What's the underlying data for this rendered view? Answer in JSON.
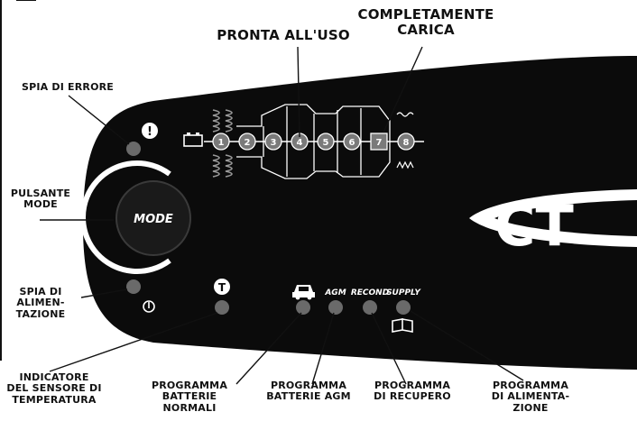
{
  "labels": {
    "spia_errore": [
      "SPIA DI ERRORE"
    ],
    "pulsante_mode": [
      "PULSANTE",
      "MODE"
    ],
    "spia_alimentazione": [
      "SPIA DI",
      "ALIMEN-",
      "TAZIONE"
    ],
    "indicatore_temp": [
      "INDICATORE",
      "DEL SENSORE DI",
      "TEMPERATURA"
    ],
    "prog_normali": [
      "PROGRAMMA",
      "BATTERIE",
      "NORMALI"
    ],
    "prog_agm": [
      "PROGRAMMA",
      "BATTERIE AGM"
    ],
    "prog_recupero": [
      "PROGRAMMA",
      "DI RECUPERO"
    ],
    "prog_alimentazione": [
      "PROGRAMMA",
      "DI ALIMENTA-",
      "ZIONE"
    ],
    "pronta_uso": [
      "PRONTA ALL'USO"
    ],
    "completamente_carica": [
      "COMPLETAMENTE",
      "CARICA"
    ]
  },
  "panel": {
    "mode_button": "MODE",
    "error_symbol": "!",
    "temp_symbol": "T",
    "logo_text": "CT",
    "program_labels": {
      "agm": "AGM",
      "recond": "RECOND",
      "supply": "SUPPLY"
    },
    "steps": [
      "1",
      "2",
      "3",
      "4",
      "5",
      "6",
      "7",
      "8"
    ]
  },
  "colors": {
    "panel": "#0b0b0b",
    "led_off": "#6a6a6a",
    "ink": "#111111"
  }
}
